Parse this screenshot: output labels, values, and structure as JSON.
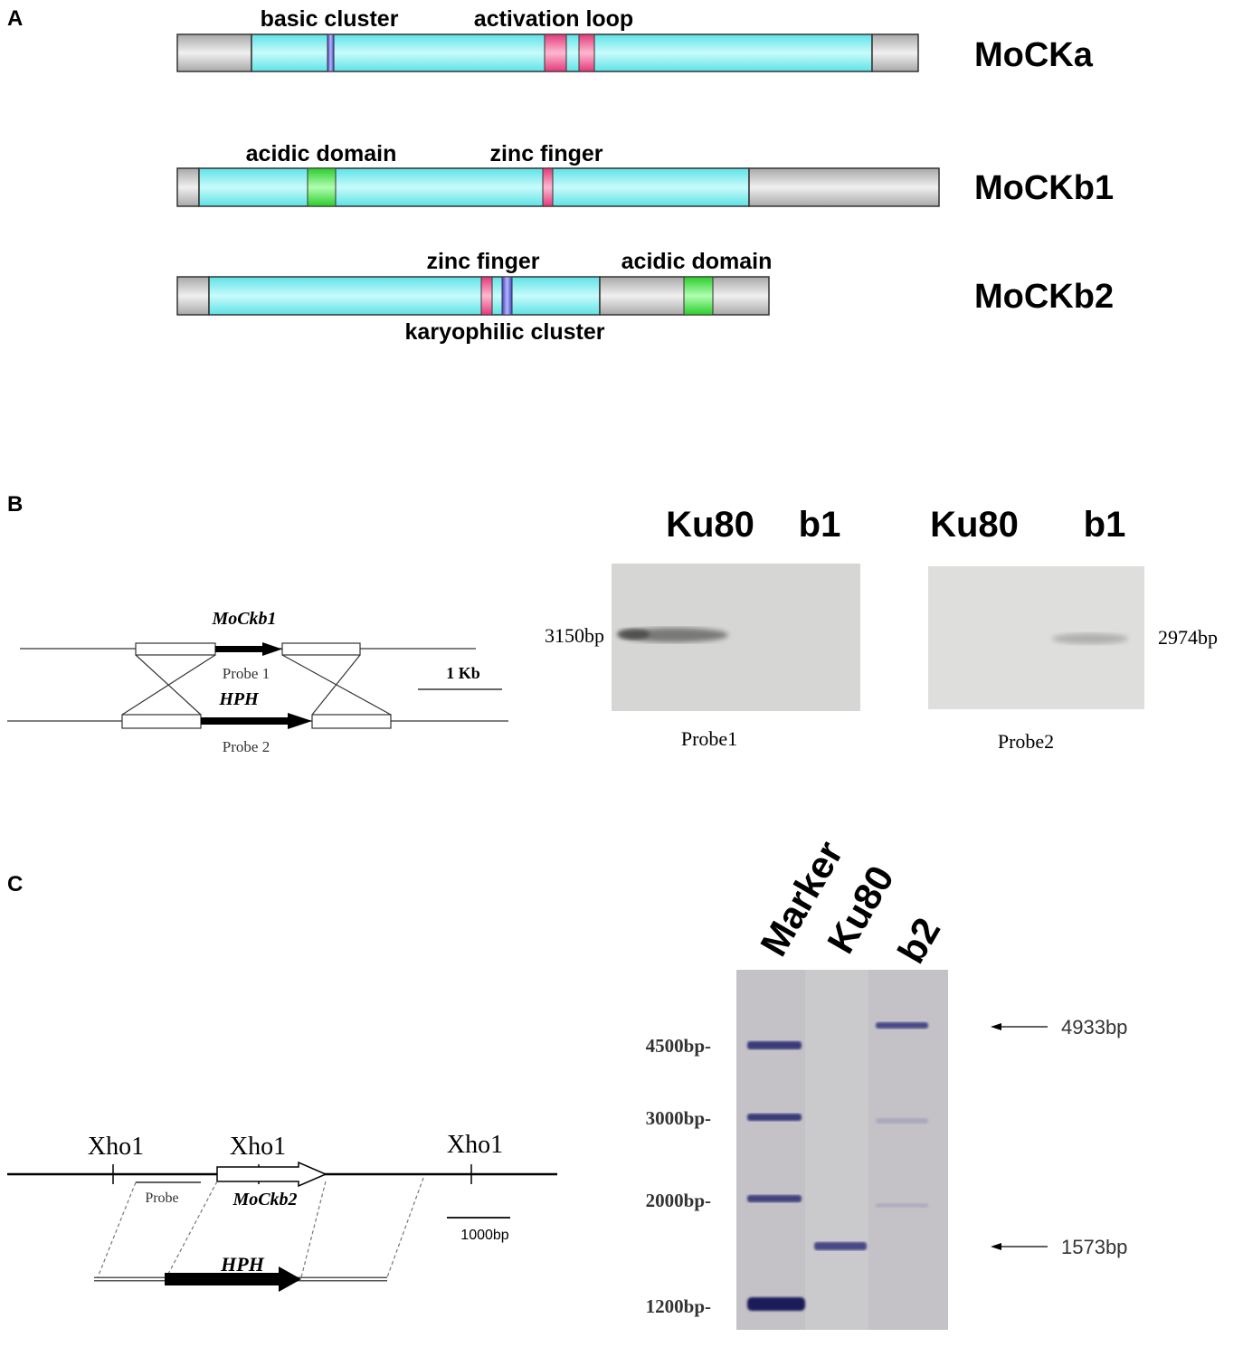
{
  "panels": {
    "a": {
      "letter": "A",
      "proteins": [
        {
          "name": "MoCKa",
          "labels": [
            "basic cluster",
            "activation loop"
          ]
        },
        {
          "name": "MoCKb1",
          "labels": [
            "acidic domain",
            "zinc finger"
          ]
        },
        {
          "name": "MoCKb2",
          "labels": [
            "zinc finger",
            "acidic domain",
            "karyophilic cluster"
          ]
        }
      ]
    },
    "b": {
      "letter": "B",
      "diagram": {
        "gene": "MoCkb1",
        "probe1": "Probe 1",
        "marker": "HPH",
        "probe2": "Probe 2",
        "scale": "1 Kb"
      },
      "blots": [
        {
          "lanes": [
            "Ku80",
            "b1"
          ],
          "size": "3150bp",
          "caption": "Probe1"
        },
        {
          "lanes": [
            "Ku80",
            "b1"
          ],
          "size": "2974bp",
          "caption": "Probe2"
        }
      ]
    },
    "c": {
      "letter": "C",
      "diagram": {
        "site": "Xho1",
        "probe": "Probe",
        "gene": "MoCkb2",
        "marker": "HPH",
        "scale": "1000bp"
      },
      "gel": {
        "lanes": [
          "Marker",
          "Ku80",
          "b2"
        ],
        "ladder": [
          "4500bp-",
          "3000bp-",
          "2000bp-",
          "1200bp-"
        ],
        "bands": [
          "4933bp",
          "1573bp"
        ]
      }
    }
  },
  "colors": {
    "domain": "#7ff0f0",
    "terminal": "#d0d0d0",
    "pink": "#f05090",
    "green": "#4ce84c",
    "blue": "#5050d0",
    "gel": "#c8c6c8",
    "band": "#3a3a78"
  }
}
